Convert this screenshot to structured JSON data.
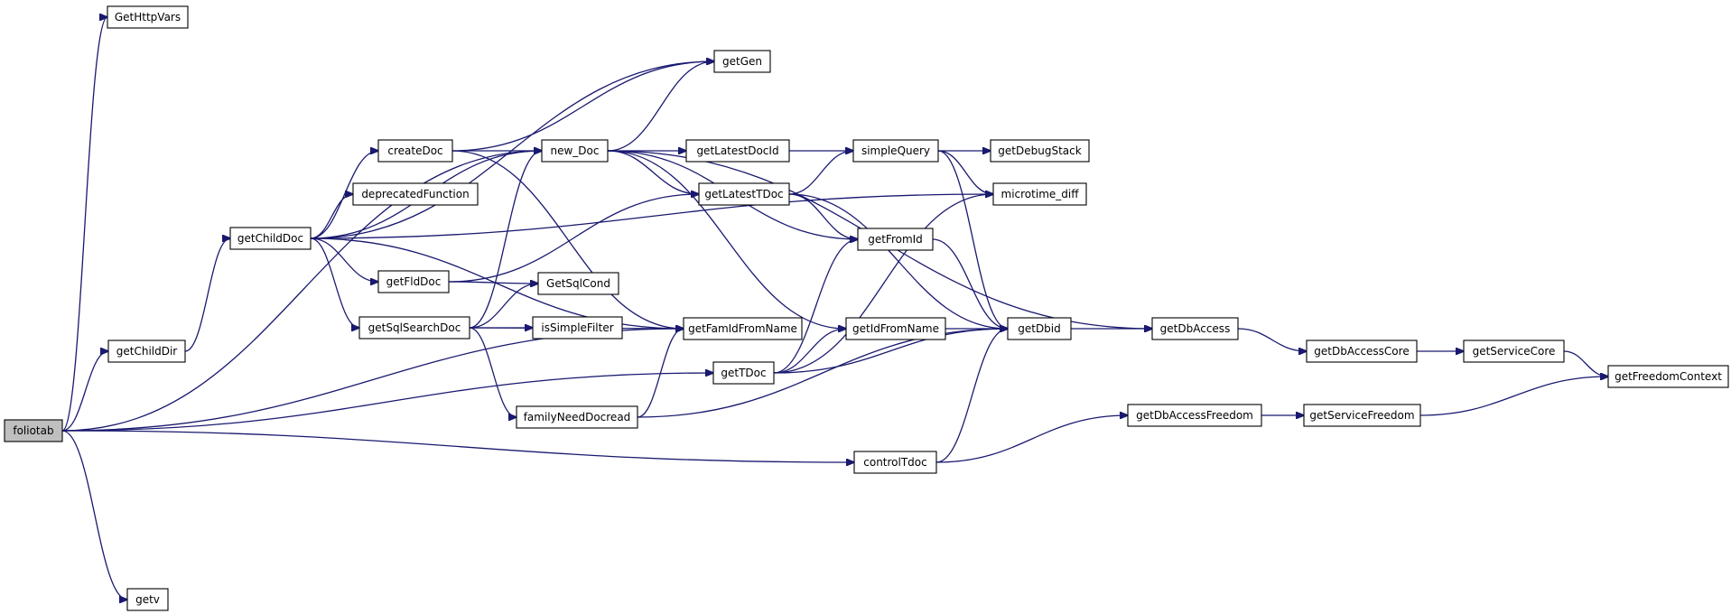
{
  "graph": {
    "root": "foliotab",
    "nodes": [
      {
        "id": "foliotab",
        "label": "foliotab"
      },
      {
        "id": "GetHttpVars",
        "label": "GetHttpVars"
      },
      {
        "id": "getv",
        "label": "getv"
      },
      {
        "id": "getChildDir",
        "label": "getChildDir"
      },
      {
        "id": "getChildDoc",
        "label": "getChildDoc"
      },
      {
        "id": "createDoc",
        "label": "createDoc"
      },
      {
        "id": "deprecatedFunction",
        "label": "deprecatedFunction"
      },
      {
        "id": "getFldDoc",
        "label": "getFldDoc"
      },
      {
        "id": "getSqlSearchDoc",
        "label": "getSqlSearchDoc"
      },
      {
        "id": "new_Doc",
        "label": "new_Doc"
      },
      {
        "id": "getGen",
        "label": "getGen"
      },
      {
        "id": "GetSqlCond",
        "label": "GetSqlCond"
      },
      {
        "id": "isSimpleFilter",
        "label": "isSimpleFilter"
      },
      {
        "id": "familyNeedDocread",
        "label": "familyNeedDocread"
      },
      {
        "id": "getLatestDocId",
        "label": "getLatestDocId"
      },
      {
        "id": "getLatestTDoc",
        "label": "getLatestTDoc"
      },
      {
        "id": "getFamIdFromName",
        "label": "getFamIdFromName"
      },
      {
        "id": "getTDoc",
        "label": "getTDoc"
      },
      {
        "id": "simpleQuery",
        "label": "simpleQuery"
      },
      {
        "id": "getFromId",
        "label": "getFromId"
      },
      {
        "id": "getIdFromName",
        "label": "getIdFromName"
      },
      {
        "id": "controlTdoc",
        "label": "controlTdoc"
      },
      {
        "id": "getDebugStack",
        "label": "getDebugStack"
      },
      {
        "id": "microtime_diff",
        "label": "microtime_diff"
      },
      {
        "id": "getDbid",
        "label": "getDbid"
      },
      {
        "id": "getDbAccess",
        "label": "getDbAccess"
      },
      {
        "id": "getDbAccessFreedom",
        "label": "getDbAccessFreedom"
      },
      {
        "id": "getDbAccessCore",
        "label": "getDbAccessCore"
      },
      {
        "id": "getServiceFreedom",
        "label": "getServiceFreedom"
      },
      {
        "id": "getServiceCore",
        "label": "getServiceCore"
      },
      {
        "id": "getFreedomContext",
        "label": "getFreedomContext"
      }
    ],
    "edges": [
      [
        "foliotab",
        "GetHttpVars"
      ],
      [
        "foliotab",
        "getv"
      ],
      [
        "foliotab",
        "getChildDir"
      ],
      [
        "foliotab",
        "new_Doc"
      ],
      [
        "foliotab",
        "getTDoc"
      ],
      [
        "foliotab",
        "controlTdoc"
      ],
      [
        "foliotab",
        "getFamIdFromName"
      ],
      [
        "getChildDir",
        "getChildDoc"
      ],
      [
        "getChildDoc",
        "createDoc"
      ],
      [
        "getChildDoc",
        "deprecatedFunction"
      ],
      [
        "getChildDoc",
        "getFldDoc"
      ],
      [
        "getChildDoc",
        "getSqlSearchDoc"
      ],
      [
        "getChildDoc",
        "new_Doc"
      ],
      [
        "getChildDoc",
        "getGen"
      ],
      [
        "getChildDoc",
        "microtime_diff"
      ],
      [
        "getChildDoc",
        "getFamIdFromName"
      ],
      [
        "createDoc",
        "new_Doc"
      ],
      [
        "createDoc",
        "getGen"
      ],
      [
        "createDoc",
        "getFamIdFromName"
      ],
      [
        "getFldDoc",
        "GetSqlCond"
      ],
      [
        "getFldDoc",
        "getLatestTDoc"
      ],
      [
        "getSqlSearchDoc",
        "GetSqlCond"
      ],
      [
        "getSqlSearchDoc",
        "isSimpleFilter"
      ],
      [
        "getSqlSearchDoc",
        "getFamIdFromName"
      ],
      [
        "getSqlSearchDoc",
        "familyNeedDocread"
      ],
      [
        "getSqlSearchDoc",
        "new_Doc"
      ],
      [
        "familyNeedDocread",
        "getFamIdFromName"
      ],
      [
        "familyNeedDocread",
        "getDbid"
      ],
      [
        "new_Doc",
        "getGen"
      ],
      [
        "new_Doc",
        "getLatestDocId"
      ],
      [
        "new_Doc",
        "getLatestTDoc"
      ],
      [
        "new_Doc",
        "getFromId"
      ],
      [
        "new_Doc",
        "getIdFromName"
      ],
      [
        "new_Doc",
        "getDbAccess"
      ],
      [
        "getLatestDocId",
        "simpleQuery"
      ],
      [
        "getLatestTDoc",
        "simpleQuery"
      ],
      [
        "getLatestTDoc",
        "getFromId"
      ],
      [
        "getLatestTDoc",
        "getDbid"
      ],
      [
        "simpleQuery",
        "getDebugStack"
      ],
      [
        "simpleQuery",
        "microtime_diff"
      ],
      [
        "simpleQuery",
        "getDbid"
      ],
      [
        "getFromId",
        "getDbid"
      ],
      [
        "getIdFromName",
        "getDbid"
      ],
      [
        "getTDoc",
        "getFromId"
      ],
      [
        "getTDoc",
        "getIdFromName"
      ],
      [
        "getTDoc",
        "getDbid"
      ],
      [
        "getTDoc",
        "microtime_diff"
      ],
      [
        "controlTdoc",
        "getDbid"
      ],
      [
        "controlTdoc",
        "getDbAccessFreedom"
      ],
      [
        "getDbid",
        "getDbAccess"
      ],
      [
        "getDbAccess",
        "getDbAccessCore"
      ],
      [
        "getDbAccessCore",
        "getServiceCore"
      ],
      [
        "getServiceCore",
        "getFreedomContext"
      ],
      [
        "getDbAccessFreedom",
        "getServiceFreedom"
      ],
      [
        "getServiceFreedom",
        "getFreedomContext"
      ]
    ]
  }
}
